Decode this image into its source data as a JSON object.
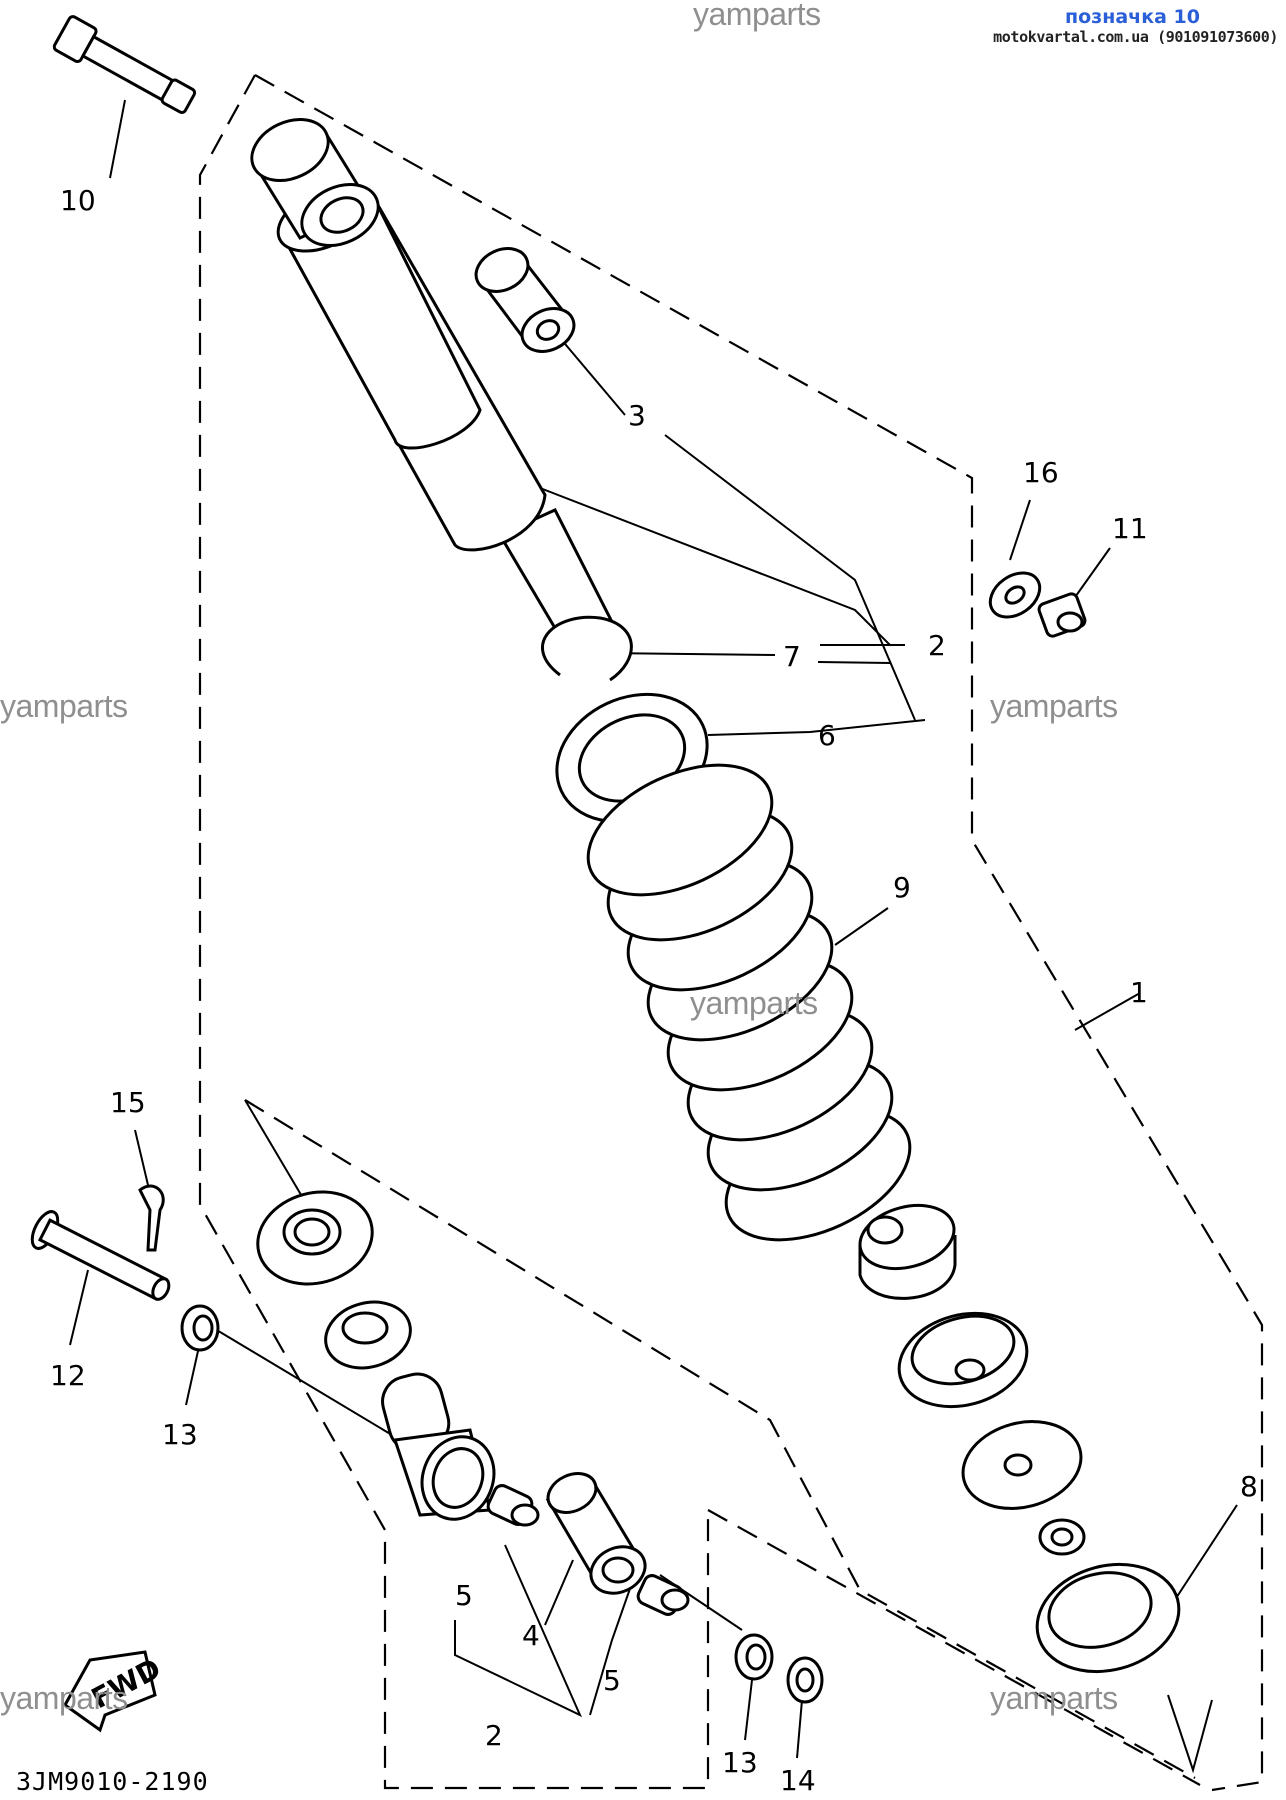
{
  "header": {
    "title": "позначка 10",
    "subtitle": "motokvartal.com.ua (901091073600)"
  },
  "watermarks": [
    "yamparts",
    "yamparts",
    "yamparts",
    "yamparts",
    "yamparts",
    "yamparts"
  ],
  "diagram_code": "3JM9010-2190",
  "fwd_label": "FWD",
  "callouts": {
    "c10": "10",
    "c3": "3",
    "c16": "16",
    "c11": "11",
    "c7": "7",
    "c2a": "2",
    "c6": "6",
    "c9": "9",
    "c1": "1",
    "c15": "15",
    "c12": "12",
    "c13a": "13",
    "c8": "8",
    "c5a": "5",
    "c4": "4",
    "c5b": "5",
    "c2b": "2",
    "c13b": "13",
    "c14": "14"
  },
  "colors": {
    "header_title": "#2a5fd8",
    "watermark": "#8f8f8f",
    "ink": "#000000"
  }
}
